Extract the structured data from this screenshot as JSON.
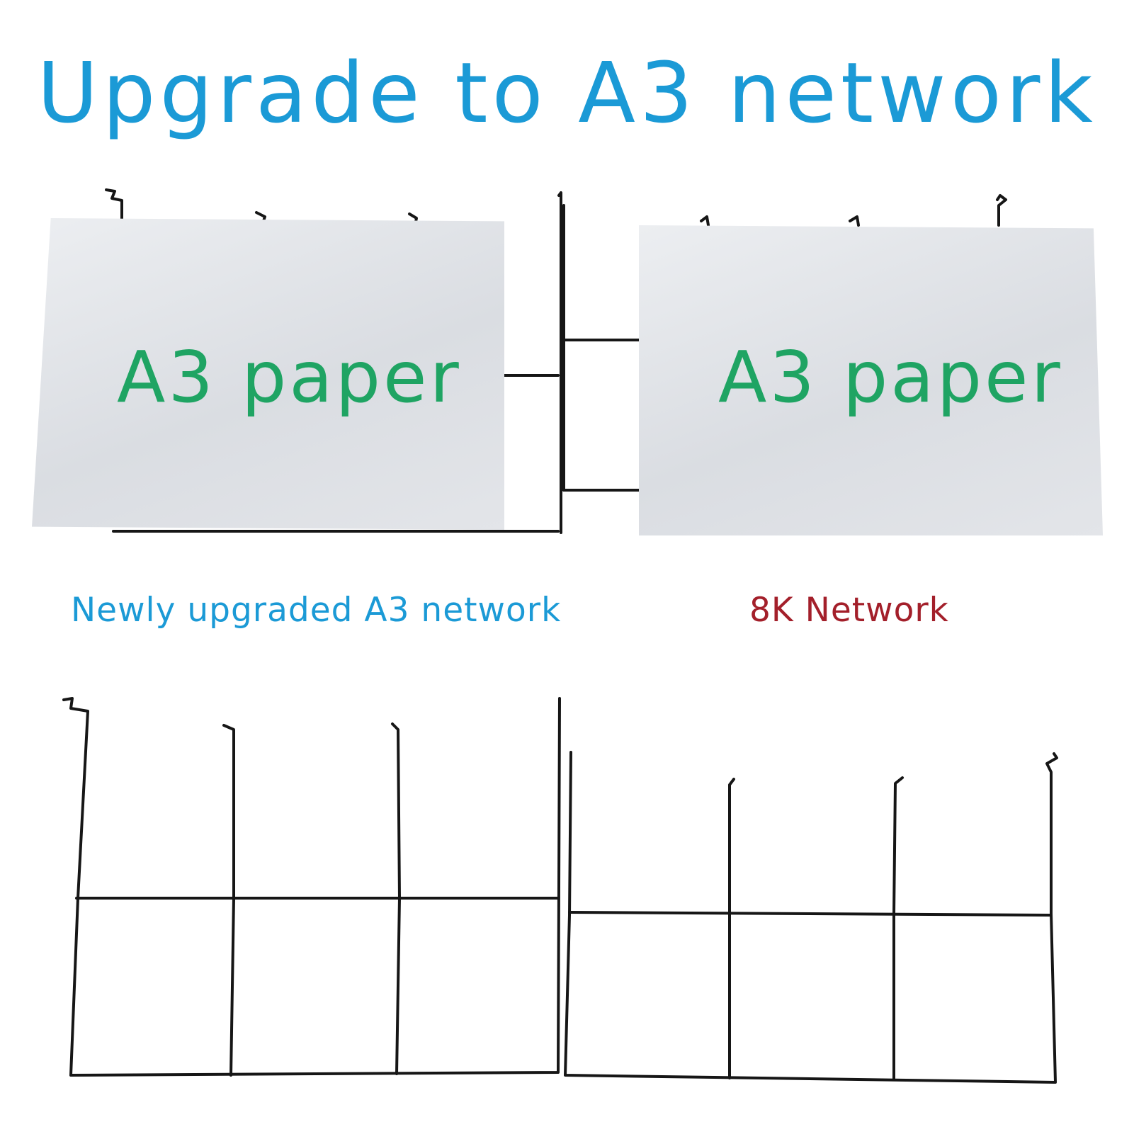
{
  "title": "Upgrade to A3 network",
  "papers": {
    "left": "A3 paper",
    "right": "A3 paper"
  },
  "labels": {
    "left": "Newly upgraded A3 network",
    "right": "8K Network"
  },
  "colors": {
    "title": "#1b9ad6",
    "paper_text": "#1fa463",
    "label_left": "#1b9ad6",
    "label_right": "#a31f2a",
    "wire": "#161616"
  }
}
